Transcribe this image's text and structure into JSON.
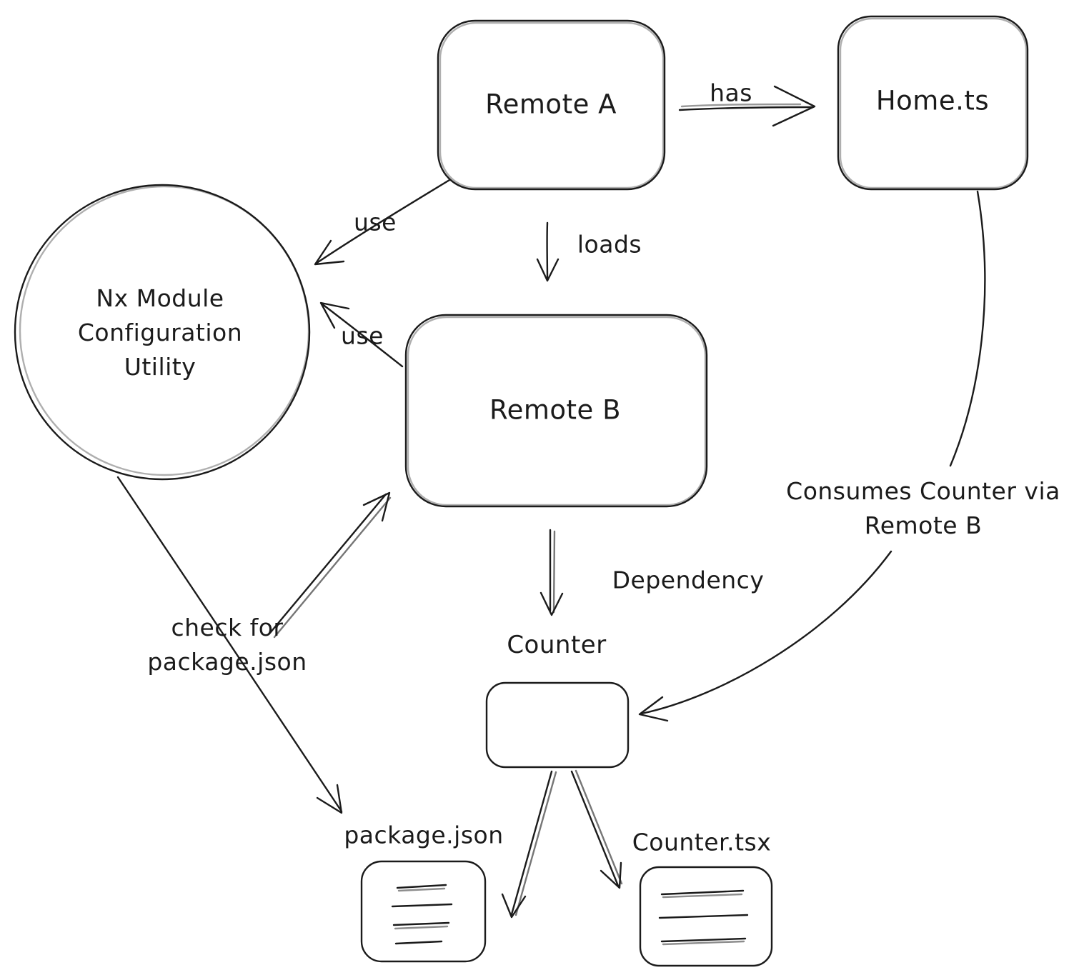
{
  "diagram": {
    "nodes": {
      "remote_a": "Remote A",
      "home_ts": "Home.ts",
      "nx_utility": [
        "Nx Module",
        "Configuration",
        "Utility"
      ],
      "remote_b": "Remote B",
      "counter": "Counter",
      "package_json": "package.json",
      "counter_tsx": "Counter.tsx"
    },
    "edges": {
      "has": "has",
      "use_remote_a": "use",
      "loads": "loads",
      "use_remote_b": "use",
      "dependency": "Dependency",
      "consumes": [
        "Consumes Counter via",
        "Remote B"
      ],
      "check": [
        "check for",
        "package.json"
      ]
    },
    "colors": {
      "stroke": "#1b1b1b",
      "background": "#ffffff"
    }
  }
}
